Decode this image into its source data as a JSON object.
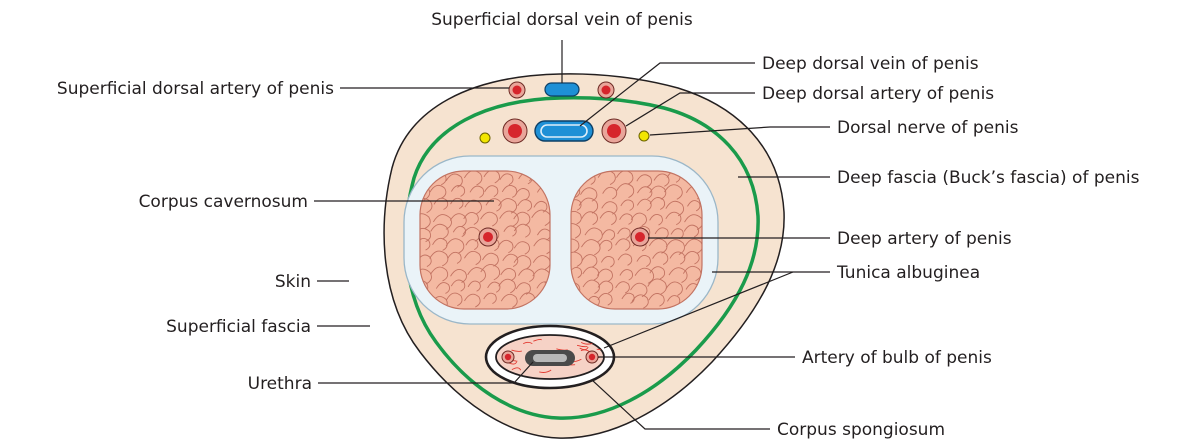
{
  "labels": {
    "superficial_dorsal_vein": "Superficial dorsal vein of penis",
    "superficial_dorsal_artery": "Superficial dorsal artery of penis",
    "deep_dorsal_vein": "Deep dorsal vein of penis",
    "deep_dorsal_artery": "Deep dorsal artery of penis",
    "dorsal_nerve": "Dorsal nerve of penis",
    "deep_fascia": "Deep fascia (Buck’s fascia) of penis",
    "corpus_cavernosum": "Corpus cavernosum",
    "deep_artery": "Deep artery of penis",
    "skin": "Skin",
    "tunica_albuginea": "Tunica albuginea",
    "superficial_fascia": "Superficial fascia",
    "artery_of_bulb": "Artery of bulb of penis",
    "urethra": "Urethra",
    "corpus_spongiosum": "Corpus spongiosum"
  },
  "colors": {
    "outline": "#231f20",
    "superficial_fascia_fill": "#f6e3d0",
    "deep_fascia": "#1a9b4b",
    "tunica_albuginea": "#eaf3f8",
    "tunica_edge": "#9bb7c8",
    "cavernosum_fill": "#f4b9a2",
    "cavernosum_lines": "#c27362",
    "artery_red": "#d6252c",
    "artery_ring": "#e9a59a",
    "vein_blue": "#1e90d6",
    "nerve_yellow": "#f2e600",
    "spongiosum_lines": "#e2382f"
  }
}
